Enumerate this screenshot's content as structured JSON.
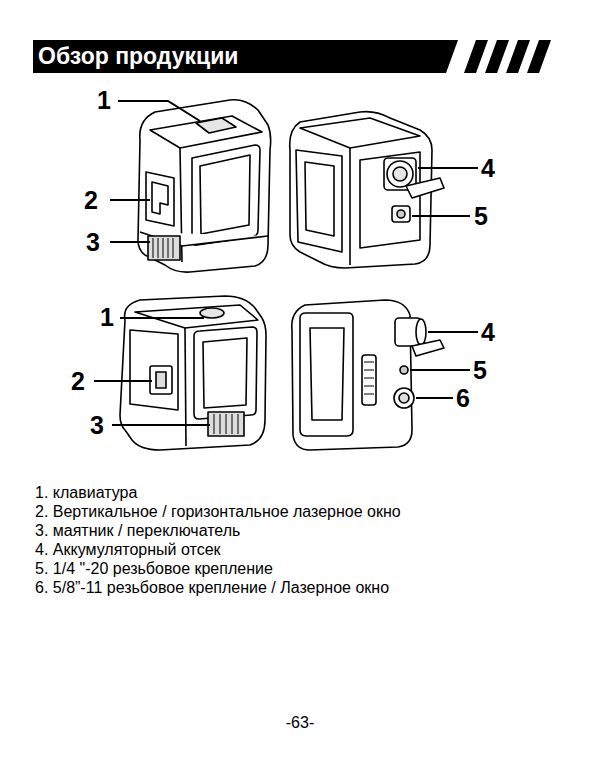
{
  "diagram": {
    "title": "Обзор продукции",
    "labels": [
      "1",
      "2",
      "3",
      "4",
      "5",
      "1",
      "2",
      "3",
      "4",
      "5",
      "6",
      "1. клавиатура",
      "2. Вертикальное / горизонтальное лазерное окно",
      "3. маятник / переключатель",
      "4. Аккумуляторный отсек",
      "5. 1/4 \"-20 резьбовое крепление",
      "6. 5/8”-11 резьбовое крепление / Лазерное окно",
      "-63-"
    ]
  }
}
